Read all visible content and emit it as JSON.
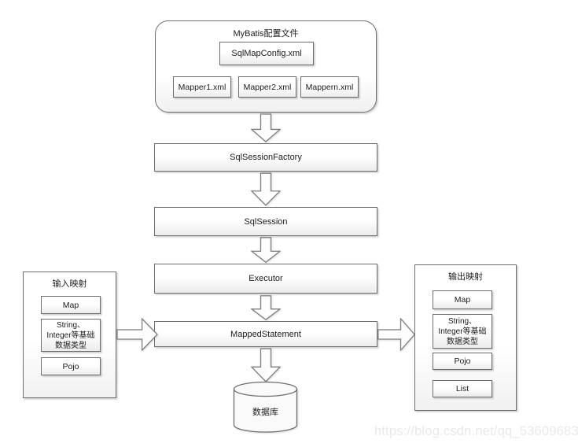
{
  "config": {
    "title": "MyBatis配置文件",
    "main_file": "SqlMapConfig.xml",
    "mappers": [
      "Mapper1.xml",
      "Mapper2.xml",
      "Mappern.xml"
    ]
  },
  "flow": [
    "SqlSessionFactory",
    "SqlSession",
    "Executor",
    "MappedStatement"
  ],
  "input_panel": {
    "title": "输入映射",
    "items": {
      "map": "Map",
      "basic_lines": [
        "String、",
        "Integer等基础",
        "数据类型"
      ],
      "pojo": "Pojo"
    }
  },
  "output_panel": {
    "title": "输出映射",
    "items": {
      "map": "Map",
      "basic_lines": [
        "String、",
        "Integer等基础",
        "数据类型"
      ],
      "pojo": "Pojo",
      "list": "List"
    }
  },
  "database": {
    "label": "数据库"
  },
  "watermark": "https://blog.csdn.net/qq_53609683",
  "colors": {
    "node_border": "#6e6e6e",
    "node_fill_bottom": "#ececec",
    "arrow_stroke": "#7f7f7f",
    "arrow_fill": "#fdfdfd",
    "watermark_text": "#e9e9e9",
    "background": "#ffffff"
  }
}
